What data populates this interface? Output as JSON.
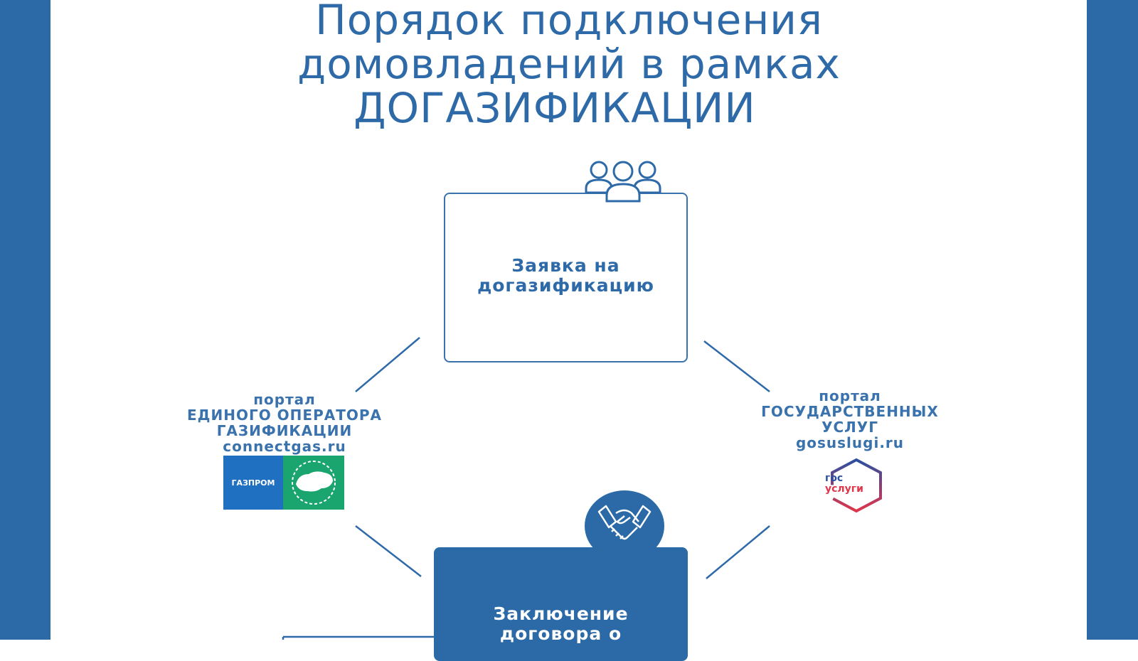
{
  "title": {
    "line1": "Порядок подключения",
    "line2": "домовладений в рамках",
    "line3": "ДОГАЗИФИКАЦИИ"
  },
  "step_application": {
    "line1": "Заявка на",
    "line2": "догазификацию",
    "icon": "people-group-icon"
  },
  "portal_left": {
    "line1": "портал",
    "line2": "ЕДИНОГО ОПЕРАТОРА",
    "line3": "ГАЗИФИКАЦИИ",
    "url": "connectgas.ru",
    "logo_text": "ГАЗПРОМ"
  },
  "portal_right": {
    "line1": "портал",
    "line2": "ГОСУДАРСТВЕННЫХ",
    "line3": "УСЛУГ",
    "url": "gosuslugi.ru",
    "logo_line1": "гос",
    "logo_line2": "услуги"
  },
  "step_contract": {
    "line1": "Заключение",
    "line2": "договора о",
    "icon": "handshake-icon"
  },
  "colors": {
    "brand_blue": "#2b6aa6",
    "gazprom_blue": "#1f70c1",
    "green": "#1aa56f",
    "red": "#e0354b"
  }
}
